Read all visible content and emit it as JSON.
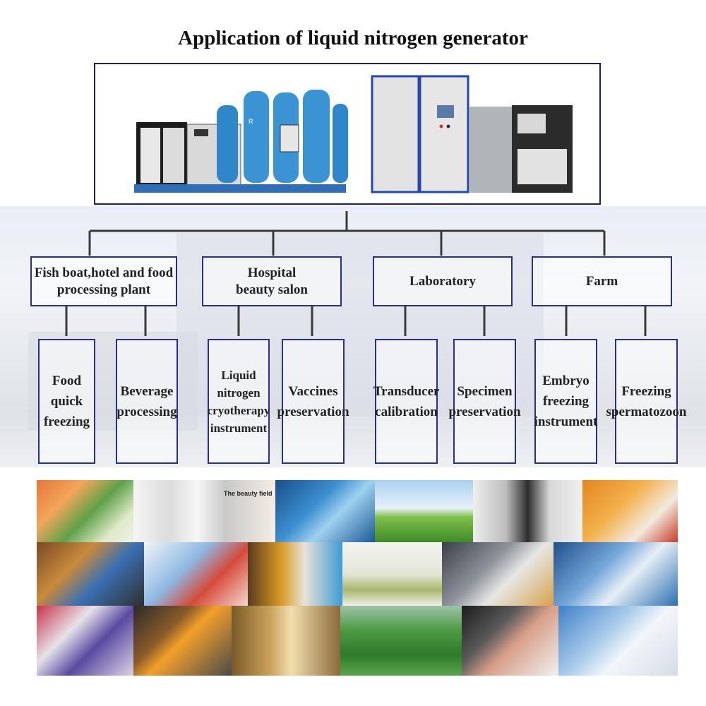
{
  "title": "Application of liquid nitrogen generator",
  "equipment": {
    "logo_text": "R",
    "beauty_caption": "The beauty field"
  },
  "categories": [
    {
      "label": "Fish boat,hotel and food processing plant",
      "children": [
        "Food quick freezing",
        "Beverage processing"
      ]
    },
    {
      "label": "Hospital beauty salon",
      "children": [
        "Liquid nitrogen cryotherapy instrument",
        "Vaccines preservation"
      ]
    },
    {
      "label": "Laboratory",
      "children": [
        "Transducer calibration",
        "Specimen preservation"
      ]
    },
    {
      "label": "Farm",
      "children": [
        "Embryo freezing instrument",
        "Freezing spermatozoon"
      ]
    }
  ],
  "colors": {
    "border": "#2a2f8c",
    "line": "#3a3a3a"
  }
}
